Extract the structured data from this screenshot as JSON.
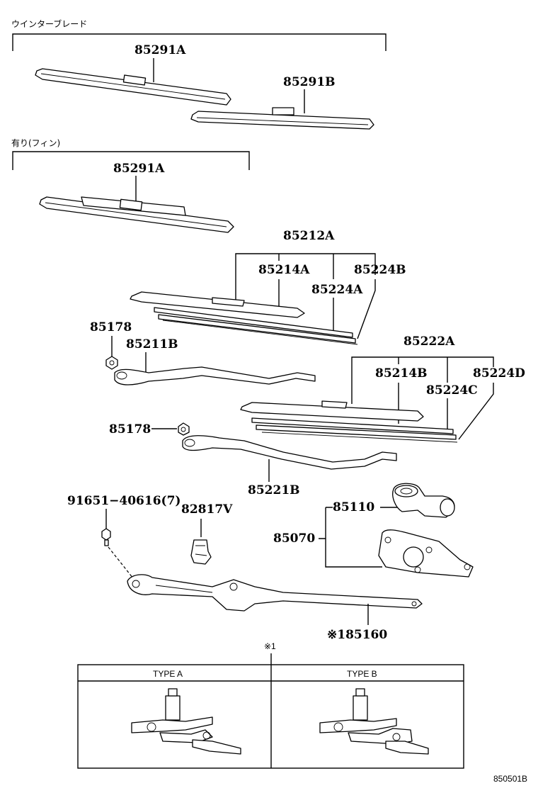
{
  "group_labels": {
    "winter_blade": "ウインターブレード",
    "with_fin": "有り(フィン)"
  },
  "parts": {
    "p85291A_top": "85291A",
    "p85291B": "85291B",
    "p85291A_fin": "85291A",
    "p85212A": "85212A",
    "p85214A": "85214A",
    "p85224B": "85224B",
    "p85224A": "85224A",
    "p85178_top": "85178",
    "p85211B": "85211B",
    "p85222A": "85222A",
    "p85214B": "85214B",
    "p85224D": "85224D",
    "p85224C": "85224C",
    "p85178_mid": "85178",
    "p85221B": "85221B",
    "p91651": "91651−40616(7)",
    "p82817V": "82817V",
    "p85110": "85110",
    "p85070": "85070",
    "p85160": "※185160"
  },
  "table": {
    "note_mark": "※1",
    "type_a": "TYPE A",
    "type_b": "TYPE B"
  },
  "diagram_code": "850501B"
}
